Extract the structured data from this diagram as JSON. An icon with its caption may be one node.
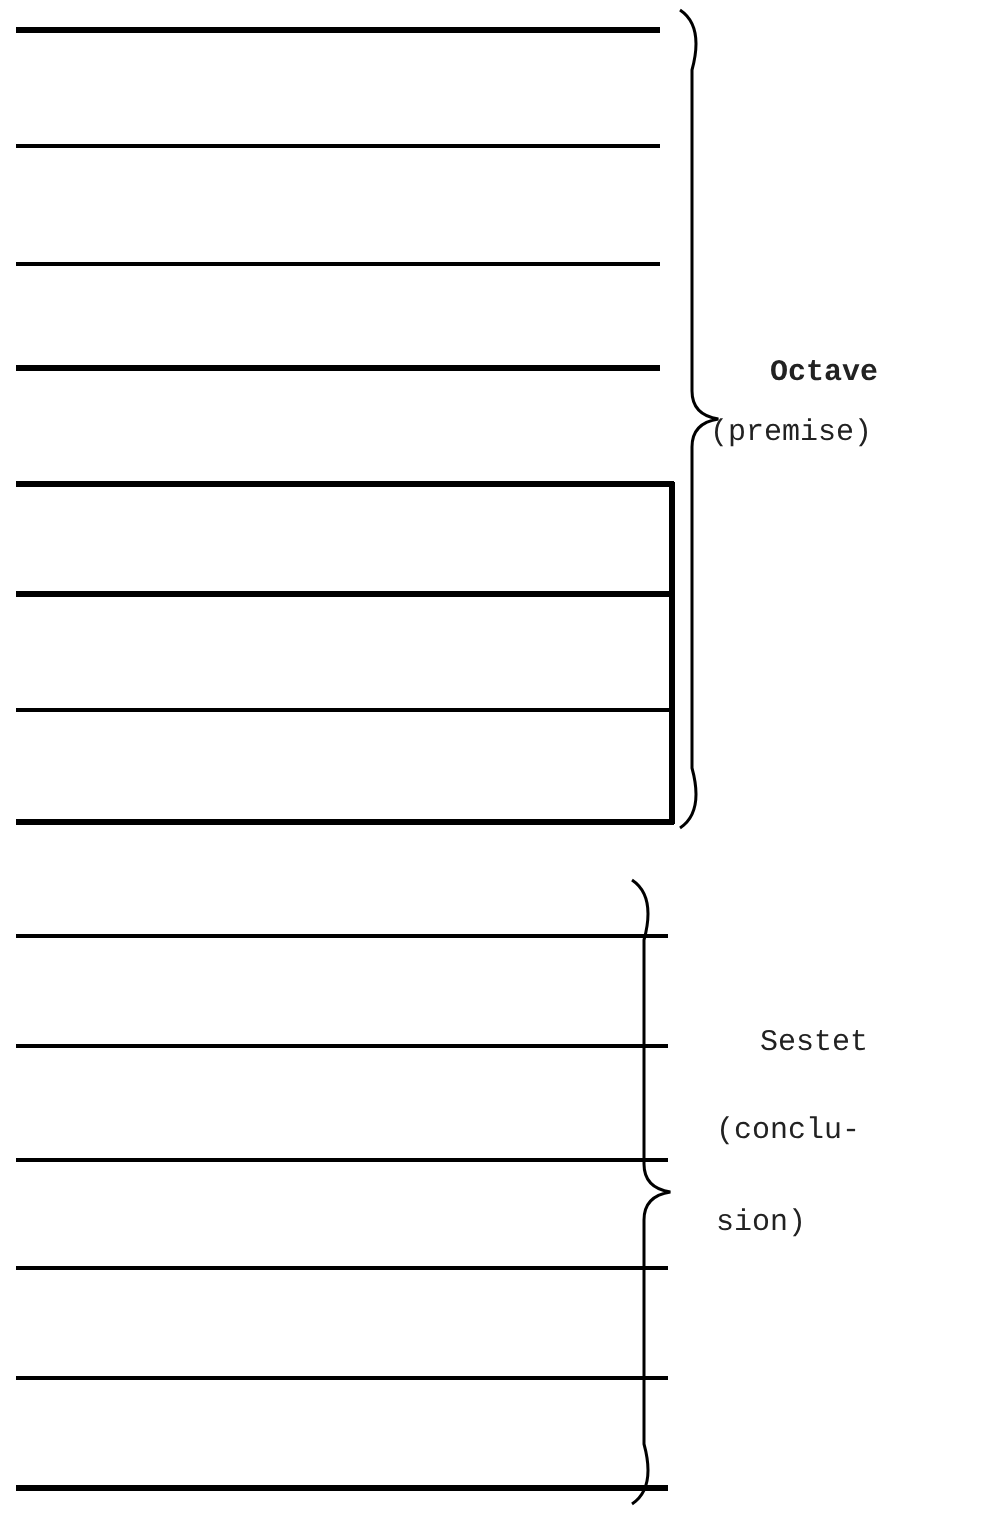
{
  "diagram": {
    "labels": [
      "Octave",
      "(premise)",
      "Sestet",
      "(conclu- sion)"
    ]
  }
}
